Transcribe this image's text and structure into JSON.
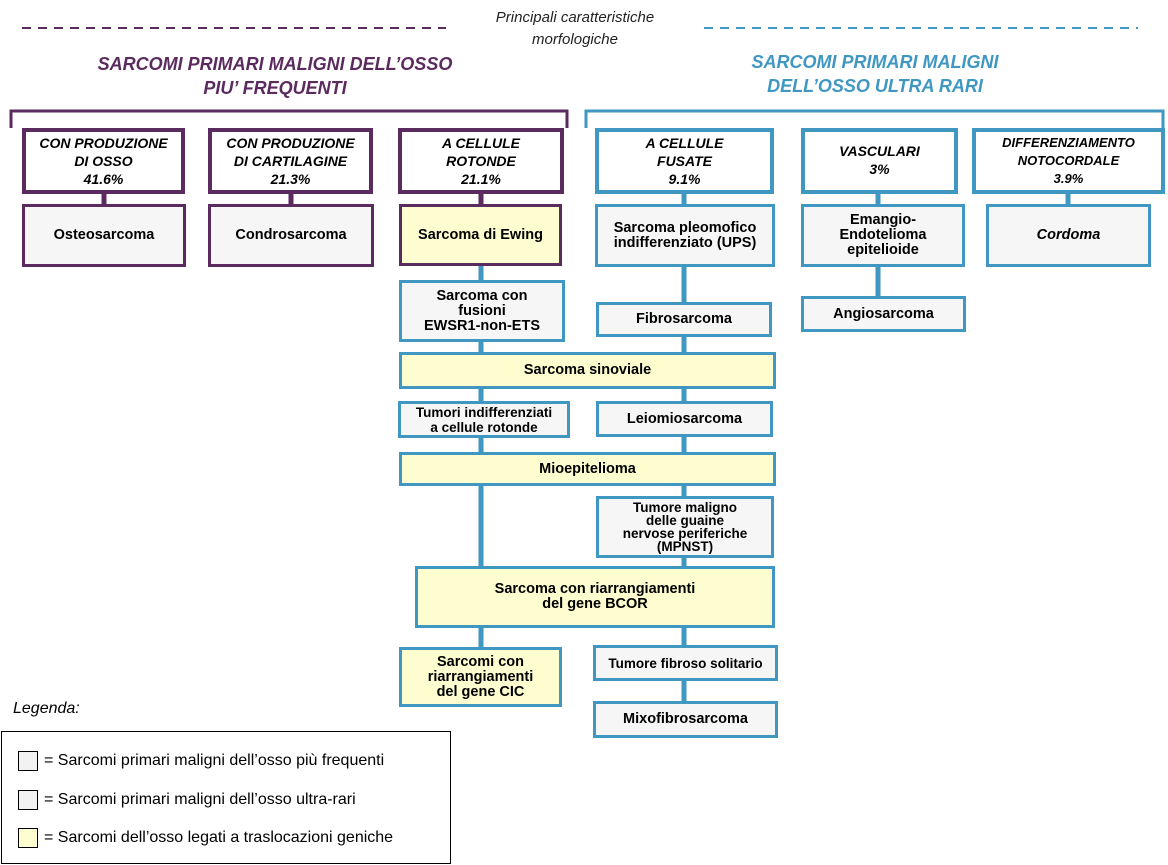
{
  "header": {
    "center_title_line1": "Principali caratteristiche",
    "center_title_line2": "morfologiche",
    "left_title_line1": "SARCOMI PRIMARI MALIGNI DELL’OSSO",
    "left_title_line2": "PIU’ FREQUENTI",
    "right_title_line1": "SARCOMI PRIMARI MALIGNI",
    "right_title_line2": "DELL’OSSO ULTRA RARI"
  },
  "categories": [
    {
      "line1": "CON PRODUZIONE",
      "line2": "DI OSSO",
      "pct": "41.6%"
    },
    {
      "line1": "CON PRODUZIONE",
      "line2": "DI CARTILAGINE",
      "pct": "21.3%"
    },
    {
      "line1": "A CELLULE",
      "line2": "ROTONDE",
      "pct": "21.1%"
    },
    {
      "line1": "A CELLULE",
      "line2": "FUSATE",
      "pct": "9.1%"
    },
    {
      "line1": "VASCULARI",
      "line2": "",
      "pct": "3%"
    },
    {
      "line1": "DIFFERENZIAMENTO",
      "line2": "NOTOCORDALE",
      "pct": "3.9%"
    }
  ],
  "nodes": {
    "osteosarcoma": "Osteosarcoma",
    "condrosarcoma": "Condrosarcoma",
    "ewing": "Sarcoma di Ewing",
    "ups_line1": "Sarcoma pleomofico",
    "ups_line2": "indifferenziato (UPS)",
    "emangio_line1": "Emangio-",
    "emangio_line2": "Endotelioma",
    "emangio_line3": "epitelioide",
    "cordoma": "Cordoma",
    "ewsr1_line1": "Sarcoma con",
    "ewsr1_line2": "fusioni",
    "ewsr1_line3": "EWSR1-non-ETS",
    "fibrosarcoma": "Fibrosarcoma",
    "angiosarcoma": "Angiosarcoma",
    "sinoviale": "Sarcoma sinoviale",
    "tumori_line1": "Tumori indifferenziati",
    "tumori_line2": "a cellule rotonde",
    "leiomiosarcoma": "Leiomiosarcoma",
    "mioepitelioma": "Mioepitelioma",
    "mpnst_line1": "Tumore maligno",
    "mpnst_line2": "delle guaine",
    "mpnst_line3": "nervose periferiche",
    "mpnst_line4": "(MPNST)",
    "bcor_line1": "Sarcoma con riarrangiamenti",
    "bcor_line2": "del gene BCOR",
    "cic_line1": "Sarcomi con",
    "cic_line2": "riarrangiamenti",
    "cic_line3": "del gene CIC",
    "tumore_fibroso": "Tumore fibroso solitario",
    "mixofibrosarcoma": "Mixofibrosarcoma"
  },
  "legend": {
    "title": "Legenda:",
    "items": [
      "= Sarcomi primari maligni  dell’osso più  frequenti",
      "= Sarcomi primari maligni  dell’osso ultra-rari",
      "= Sarcomi dell’osso legati  a traslocazioni geniche"
    ]
  },
  "colors": {
    "purple": "#5b2a5e",
    "blue": "#3f97c2",
    "gray_fill": "#f6f6f6",
    "yellow_fill": "#fefdd0"
  }
}
